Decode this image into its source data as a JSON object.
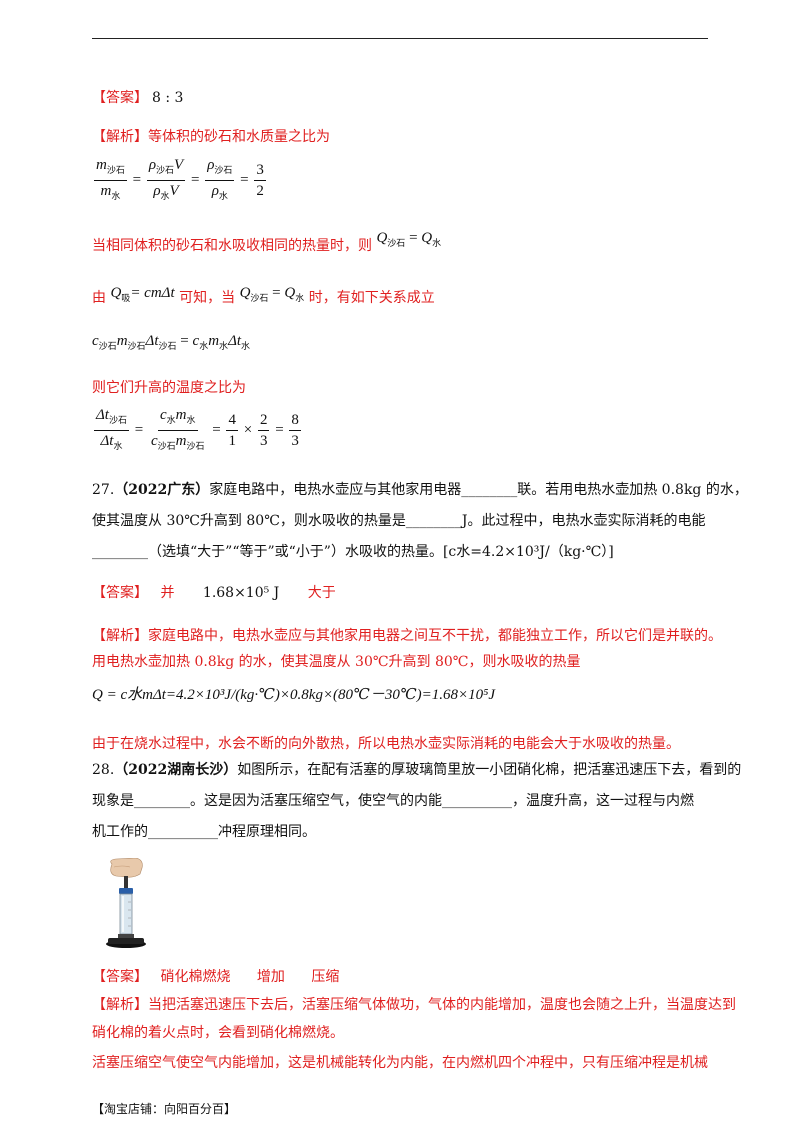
{
  "tag_answer": "【答案】",
  "tag_analysis": "【解析】",
  "q26": {
    "answer": "8 : 3",
    "analysis_line1": "等体积的砂石和水质量之比为",
    "formula1": {
      "n1": "m",
      "n1sub": "沙石",
      "d1": "m",
      "d1sub": "水",
      "n2": "ρ",
      "n2sub": "沙石",
      "n2v": "V",
      "d2": "ρ",
      "d2sub": "水",
      "d2v": "V",
      "n3": "ρ",
      "n3sub": "沙石",
      "d3": "ρ",
      "d3sub": "水",
      "n4": "3",
      "d4": "2"
    },
    "line2": "当相同体积的砂石和水吸收相同的热量时，则",
    "line2_math": "Q",
    "line2_sub1": "沙石",
    "line2_sub2": "水",
    "line3_a": "由",
    "line3_b": "可知，当",
    "line3_c": "时，有如下关系成立",
    "q_absorb_sub": "吸",
    "formula_cmt": "= cmΔt",
    "sub_sand": "沙石",
    "sub_water": "水",
    "line5": "则它们升高的温度之比为",
    "ratio": {
      "a": "4",
      "b": "1",
      "c": "2",
      "d": "3",
      "e": "8",
      "f": "3"
    }
  },
  "q27": {
    "number": "27.",
    "source": "（2022广东）",
    "line1": "家庭电路中，电热水壶应与其他家用电器________联。若用电热水壶加热 0.8kg 的水，",
    "line2": "使其温度从 30℃升高到 80℃，则水吸收的热量是________J。此过程中，电热水壶实际消耗的电能",
    "line3": "________（选填“大于”“等于”或“小于”）水吸收的热量。[c水=4.2×10³J/（kg·℃）]",
    "answer_1": "并",
    "answer_2": "1.68×10⁵ J",
    "answer_3": "大于",
    "analysis_line1": "家庭电路中，电热水壶应与其他家用电器之间互不干扰，都能独立工作，所以它们是并联的。",
    "analysis_line2": "用电热水壶加热 0.8kg 的水，使其温度从 30℃升高到 80℃，则水吸收的热量",
    "formula": "Q = c水mΔt=4.2×10³J/(kg·℃)×0.8kg×(80℃－30℃)=1.68×10⁵J",
    "analysis_line3": "由于在烧水过程中，水会不断的向外散热，所以电热水壶实际消耗的电能会大于水吸收的热量。"
  },
  "q28": {
    "number": "28.",
    "source": "（2022湖南长沙）",
    "line1": "如图所示，在配有活塞的厚玻璃筒里放一小团硝化棉，把活塞迅速压下去，看到的",
    "line2": "现象是________。这是因为活塞压缩空气，使空气的内能__________，温度升高，这一过程与内燃",
    "line3": "机工作的__________冲程原理相同。",
    "answer_1": "硝化棉燃烧",
    "answer_2": "增加",
    "answer_3": "压缩",
    "analysis_line1": "当把活塞迅速压下去后，活塞压缩气体做功，气体的内能增加，温度也会随之上升，当温度达到",
    "analysis_line2": "硝化棉的着火点时，会看到硝化棉燃烧。",
    "analysis_line3": "活塞压缩空气使空气内能增加，这是机械能转化为内能，在内燃机四个冲程中，只有压缩冲程是机械"
  },
  "footer": "【淘宝店铺：向阳百分百】"
}
